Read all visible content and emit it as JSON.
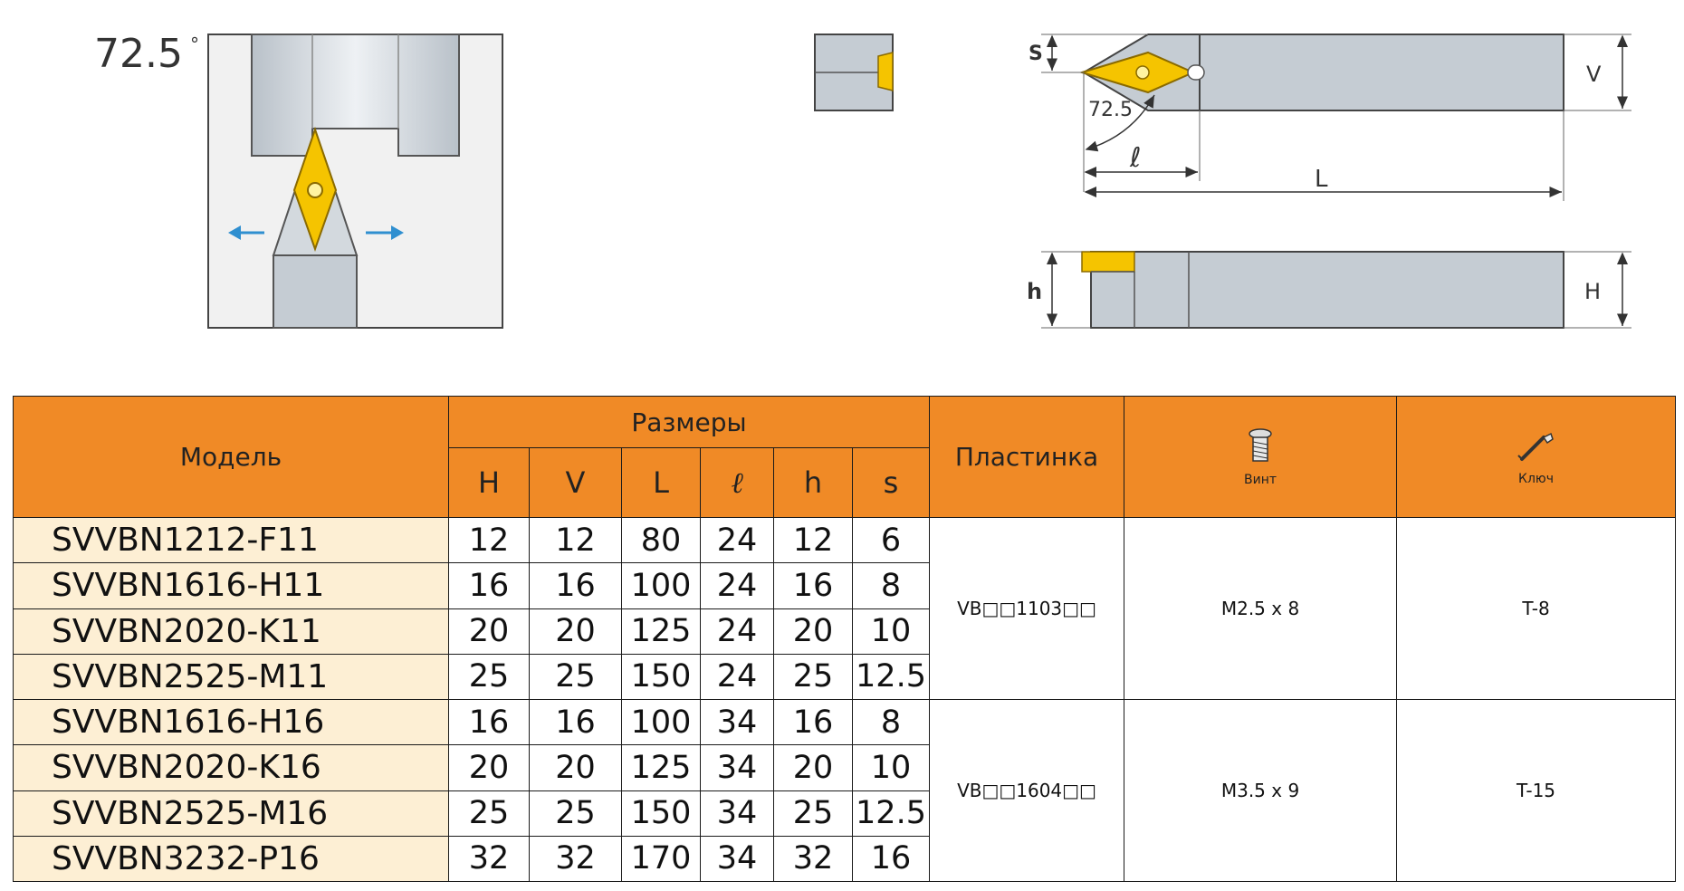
{
  "diagram": {
    "angle_main": "72.5",
    "angle_unit": "°",
    "angle_side": "72.5",
    "dim_s": "S",
    "dim_v": "V",
    "dim_l_small": "ℓ",
    "dim_l_total": "L",
    "dim_h_small": "h",
    "dim_h_big": "H"
  },
  "table": {
    "header": {
      "model": "Модель",
      "dimensions": "Размеры",
      "dim_cols": [
        "H",
        "V",
        "L",
        "ℓ",
        "h",
        "s"
      ],
      "insert": "Пластинка",
      "screw": "Винт",
      "key": "Ключ"
    },
    "rows": [
      {
        "model": "SVVBN1212-F11",
        "H": "12",
        "V": "12",
        "L": "80",
        "l": "24",
        "h": "12",
        "s": "6"
      },
      {
        "model": "SVVBN1616-H11",
        "H": "16",
        "V": "16",
        "L": "100",
        "l": "24",
        "h": "16",
        "s": "8"
      },
      {
        "model": "SVVBN2020-K11",
        "H": "20",
        "V": "20",
        "L": "125",
        "l": "24",
        "h": "20",
        "s": "10"
      },
      {
        "model": "SVVBN2525-M11",
        "H": "25",
        "V": "25",
        "L": "150",
        "l": "24",
        "h": "25",
        "s": "12.5"
      },
      {
        "model": "SVVBN1616-H16",
        "H": "16",
        "V": "16",
        "L": "100",
        "l": "34",
        "h": "16",
        "s": "8"
      },
      {
        "model": "SVVBN2020-K16",
        "H": "20",
        "V": "20",
        "L": "125",
        "l": "34",
        "h": "20",
        "s": "10"
      },
      {
        "model": "SVVBN2525-M16",
        "H": "25",
        "V": "25",
        "L": "150",
        "l": "34",
        "h": "25",
        "s": "12.5"
      },
      {
        "model": "SVVBN3232-P16",
        "H": "32",
        "V": "32",
        "L": "170",
        "l": "34",
        "h": "32",
        "s": "16"
      }
    ],
    "groups": [
      {
        "insert": "VB□□1103□□",
        "screw": "M2.5 x 8",
        "key": "T-8"
      },
      {
        "insert": "VB□□1604□□",
        "screw": "M3.5 x 9",
        "key": "T-15"
      }
    ]
  },
  "colors": {
    "header_orange": "#f08a26",
    "model_bg": "#fdefd4",
    "steel_gray": "#c5ccd3",
    "insert_gold": "#f5c400",
    "arrow_blue": "#2f8fd0"
  }
}
